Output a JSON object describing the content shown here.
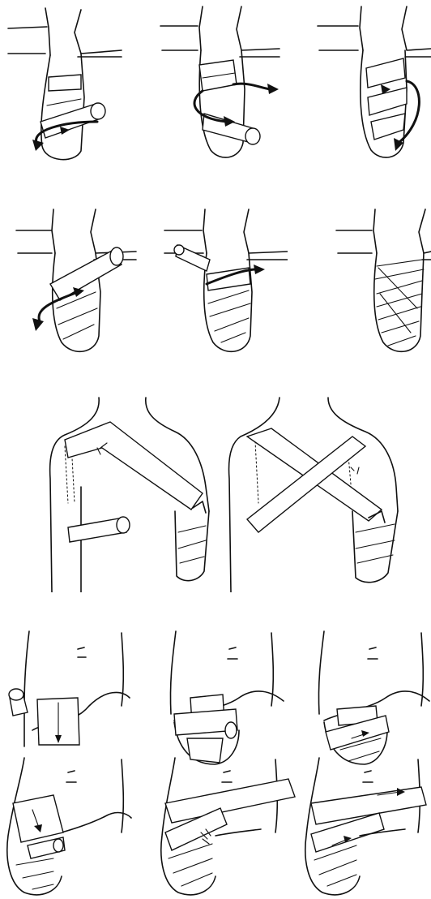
{
  "figure": {
    "title": "",
    "description_text": "",
    "sections": [
      {
        "id": "stump-upper-row",
        "panels": 3
      },
      {
        "id": "stump-second-row",
        "panels": 3
      },
      {
        "id": "shoulder-spica",
        "panels": 2
      },
      {
        "id": "hip-spica-upper",
        "panels": 3
      },
      {
        "id": "hip-spica-lower",
        "panels": 3
      }
    ],
    "colors": {
      "ink": "#111111",
      "background": "#ffffff"
    }
  }
}
